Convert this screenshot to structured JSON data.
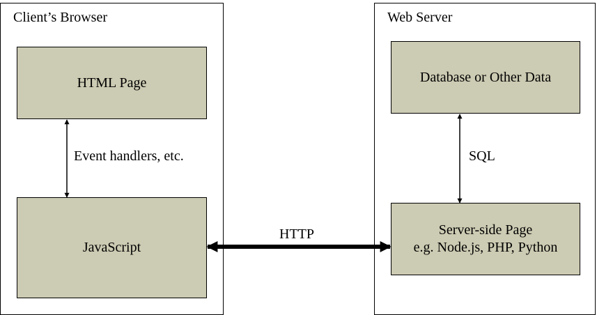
{
  "colors": {
    "box_fill": "#cccbb3",
    "line": "#000000",
    "background": "#ffffff"
  },
  "client": {
    "title": "Client’s Browser",
    "html_page": "HTML Page",
    "javascript": "JavaScript",
    "connector_label": "Event handlers, etc."
  },
  "server": {
    "title": "Web Server",
    "database": "Database or Other Data",
    "server_page_line1": "Server-side Page",
    "server_page_line2": "e.g. Node.js, PHP, Python",
    "connector_label": "SQL"
  },
  "http_label": "HTTP"
}
